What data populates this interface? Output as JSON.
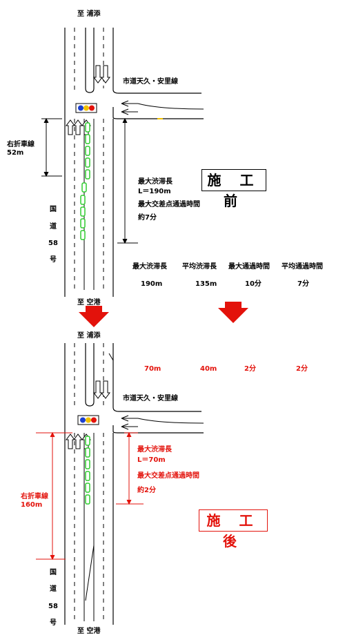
{
  "destinations": {
    "north": "至 浦添",
    "south": "至 空港"
  },
  "cross_road": "市道天久・安里線",
  "highway_vertical": [
    "国",
    "道",
    "58",
    "号"
  ],
  "before": {
    "box_label": "施 工 前",
    "turn_lane_label": "右折車線",
    "turn_lane_length": "52m",
    "max_queue_title": "最大渋滞長",
    "max_queue_value": "L＝190m",
    "max_pass_title": "最大交差点通過時間",
    "max_pass_value": "約7分"
  },
  "after": {
    "box_label": "施 工 後",
    "turn_lane_label": "右折車線",
    "turn_lane_length": "160m",
    "max_queue_title": "最大渋滞長",
    "max_queue_value": "L＝70m",
    "max_pass_title": "最大交差点通過時間",
    "max_pass_value": "約2分"
  },
  "comparison": {
    "headers": [
      "最大渋滞長",
      "平均渋滞長",
      "最大通過時間",
      "平均通過時間"
    ],
    "before_values": [
      "190m",
      "135m",
      "10分",
      "7分"
    ],
    "after_values": [
      "70m",
      "40m",
      "2分",
      "2分"
    ]
  },
  "colors": {
    "after_accent": "#e3120b",
    "car_outline": "#2ecc2e",
    "signal_red": "#e3120b",
    "signal_yellow": "#f0c000",
    "signal_blue": "#1a3fd0"
  }
}
